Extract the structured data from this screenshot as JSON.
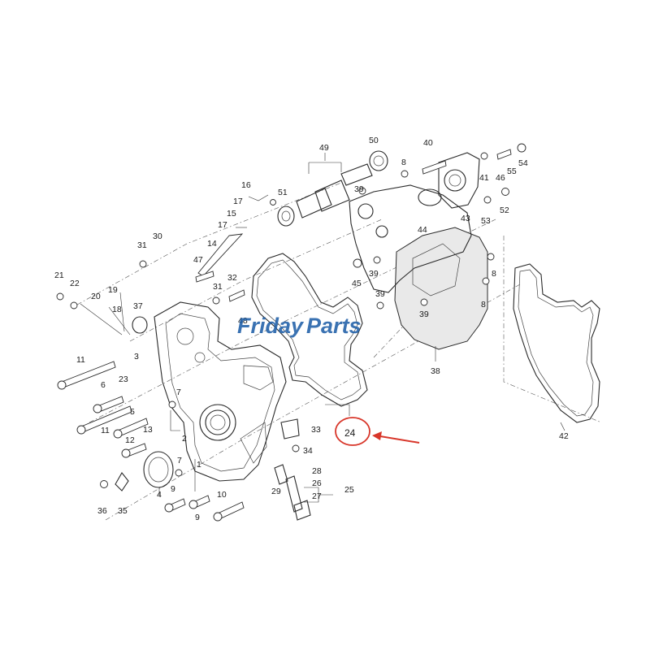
{
  "watermark": {
    "part1": "Friday",
    "part2": "Parts",
    "color1": "#1f5fa8",
    "color2": "#e89b2a"
  },
  "highlight": {
    "label": "24",
    "color": "#d8362a"
  },
  "labels": {
    "l1": "1",
    "l2": "2",
    "l3": "3",
    "l4": "4",
    "l5": "5",
    "l6": "6",
    "l7": "7",
    "l8a": "8",
    "l8b": "8",
    "l8c": "8",
    "l9a": "9",
    "l9b": "9",
    "l10": "10",
    "l11a": "11",
    "l11b": "11",
    "l12": "12",
    "l13": "13",
    "l14": "14",
    "l15": "15",
    "l16": "16",
    "l17a": "17",
    "l17b": "17",
    "l18": "18",
    "l19": "19",
    "l20": "20",
    "l21": "21",
    "l22": "22",
    "l23": "23",
    "l25": "25",
    "l26": "26",
    "l27": "27",
    "l28": "28",
    "l29": "29",
    "l30": "30",
    "l31a": "31",
    "l31b": "31",
    "l32": "32",
    "l33": "33",
    "l34": "34",
    "l35": "35",
    "l36": "36",
    "l37": "37",
    "l38": "38",
    "l39a": "39",
    "l39b": "39",
    "l39c": "39",
    "l39d": "39",
    "l40": "40",
    "l41": "41",
    "l42": "42",
    "l43": "43",
    "l44": "44",
    "l45": "45",
    "l46": "46",
    "l47": "47",
    "l48": "48",
    "l49": "49",
    "l50": "50",
    "l51": "51",
    "l52": "52",
    "l53": "53",
    "l54": "54",
    "l55": "55"
  }
}
